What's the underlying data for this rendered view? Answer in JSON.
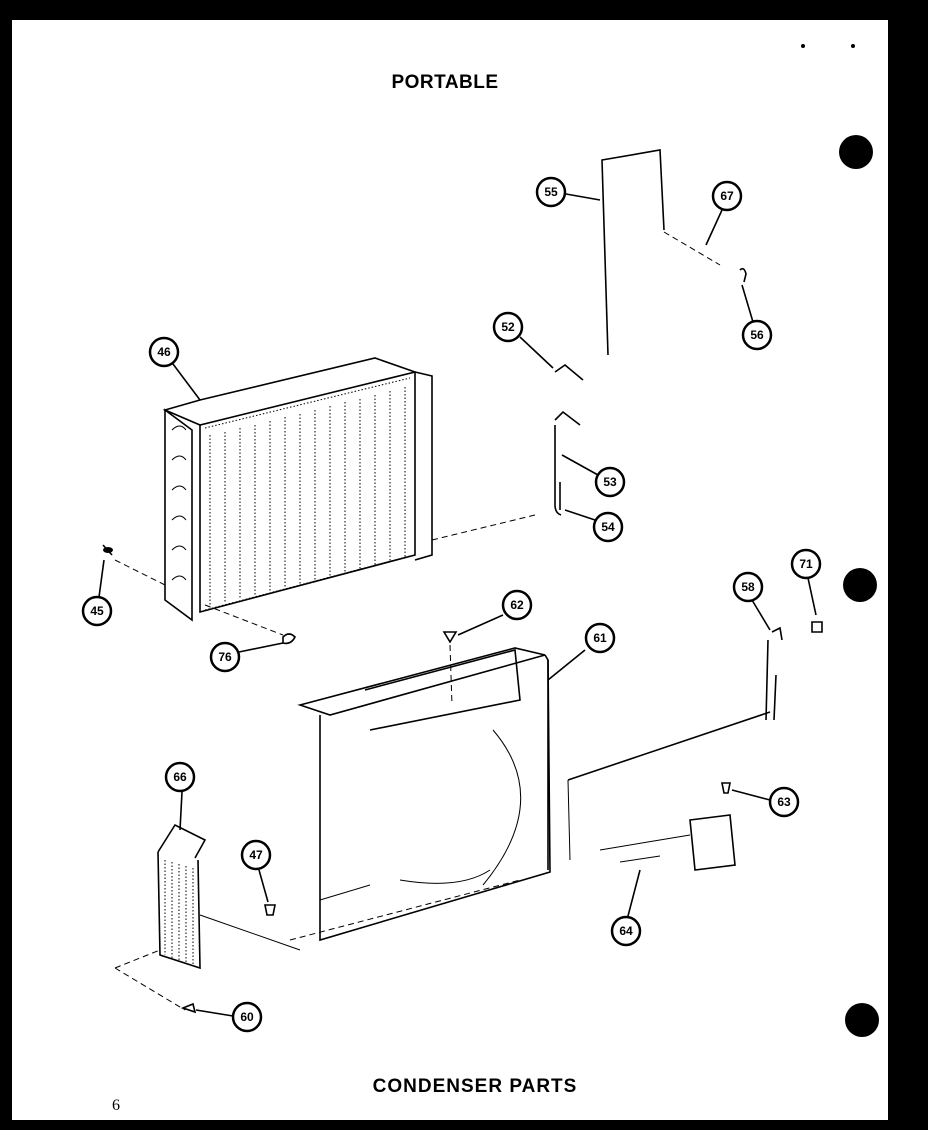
{
  "header": {
    "title": "PORTABLE"
  },
  "footer": {
    "caption": "CONDENSER PARTS",
    "page_number": "6"
  },
  "callouts": [
    {
      "id": "c46a",
      "label": "46"
    },
    {
      "id": "c45",
      "label": "45"
    },
    {
      "id": "c76",
      "label": "76"
    },
    {
      "id": "c52",
      "label": "52"
    },
    {
      "id": "c53",
      "label": "53"
    },
    {
      "id": "c54",
      "label": "54"
    },
    {
      "id": "c55",
      "label": "55"
    },
    {
      "id": "c67",
      "label": "67"
    },
    {
      "id": "c56",
      "label": "56"
    },
    {
      "id": "c62",
      "label": "62"
    },
    {
      "id": "c61",
      "label": "61"
    },
    {
      "id": "c58",
      "label": "58"
    },
    {
      "id": "c71",
      "label": "71"
    },
    {
      "id": "c63",
      "label": "63"
    },
    {
      "id": "c64",
      "label": "64"
    },
    {
      "id": "c66",
      "label": "66"
    },
    {
      "id": "c47",
      "label": "47"
    },
    {
      "id": "c60",
      "label": "60"
    }
  ]
}
